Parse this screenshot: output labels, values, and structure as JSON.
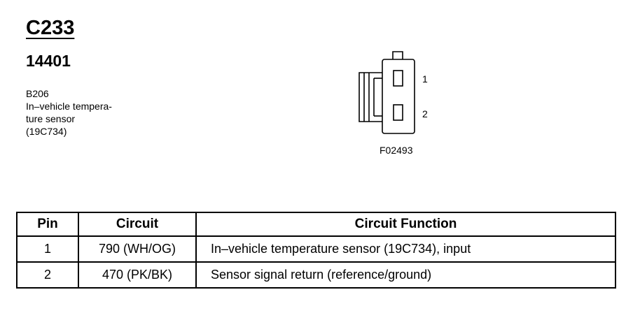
{
  "header": {
    "connector_id": "C233",
    "harness_id": "14401"
  },
  "description": {
    "lines": [
      "B206",
      "In–vehicle tempera-",
      "ture sensor",
      "(19C734)"
    ]
  },
  "diagram": {
    "pin_labels": [
      "1",
      "2"
    ],
    "figure_id": "F02493"
  },
  "table": {
    "headers": [
      "Pin",
      "Circuit",
      "Circuit Function"
    ],
    "rows": [
      {
        "pin": "1",
        "circuit": "790 (WH/OG)",
        "function": "In–vehicle temperature sensor (19C734), input"
      },
      {
        "pin": "2",
        "circuit": "470 (PK/BK)",
        "function": "Sensor signal return (reference/ground)"
      }
    ]
  }
}
